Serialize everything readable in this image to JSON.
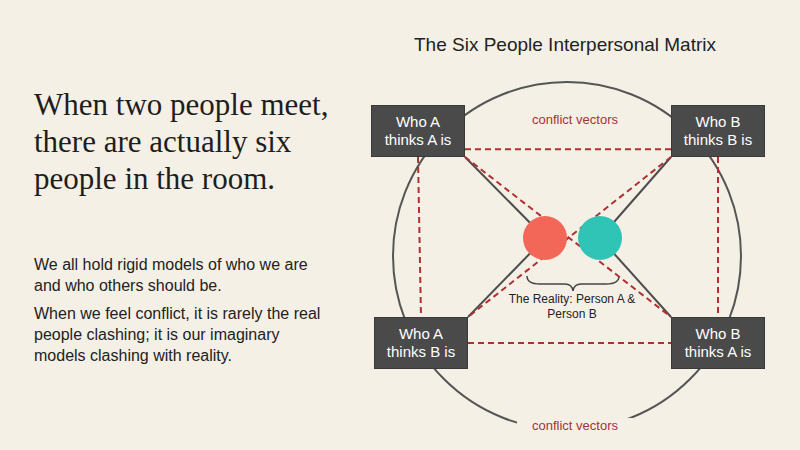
{
  "diagram": {
    "title": "The Six People Interpersonal Matrix",
    "nodes": [
      {
        "text": [
          "Who A thinks A is"
        ]
      },
      {
        "text": [
          "Who B thinks B is"
        ]
      },
      {
        "text": [
          "Who A thinks B is"
        ]
      },
      {
        "text": [
          "Who B thinks A is"
        ]
      }
    ],
    "edges": [
      {
        "from": 0,
        "to": 1,
        "arrow": "none"
      },
      {
        "from": 0,
        "to": 3,
        "arrow": "none"
      },
      {
        "from": 1,
        "to": 2,
        "arrow": "none"
      },
      {
        "from": 0,
        "to": 2,
        "arrow": "none"
      },
      {
        "from": 1,
        "to": 3,
        "arrow": "none"
      },
      {
        "from": 2,
        "to": 3,
        "arrow": "none"
      }
    ],
    "labels": [
      "When two people meet, there are actually six people in the room.",
      "We all hold rigid models of who we are and who others should be.",
      "When we feel conflict, it is rarely the real people clashing; it is our imaginary models clashing with reality.",
      "conflict vectors",
      "conflict vectors",
      "The Reality: Person A & Person B"
    ]
  }
}
